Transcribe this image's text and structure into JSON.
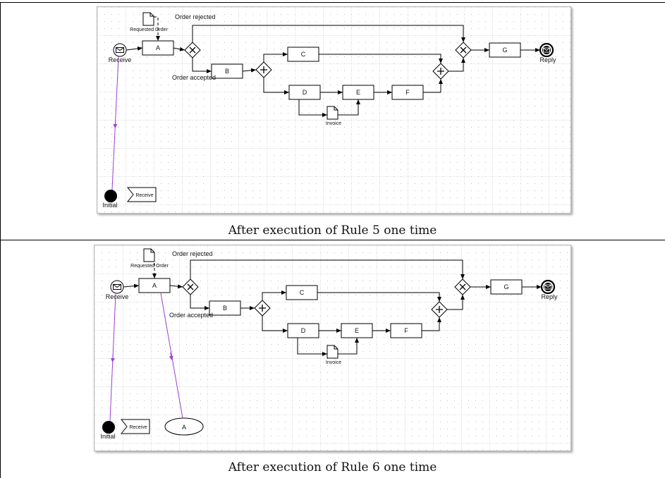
{
  "figure": {
    "rows": [
      {
        "caption": "After execution of Rule 5 one time",
        "diagram": {
          "tasks": {
            "A": "A",
            "B": "B",
            "C": "C",
            "D": "D",
            "E": "E",
            "F": "F",
            "G": "G"
          },
          "start_event": "Receive",
          "end_event": "Reply",
          "requested_order": "Requested Order",
          "invoice": "Invoice",
          "order_rejected": "Order rejected",
          "order_accepted": "Order accepted",
          "initial": "Initial",
          "receive_state": "Receive"
        }
      },
      {
        "caption": "After execution of Rule 6 one time",
        "diagram": {
          "tasks": {
            "A": "A",
            "B": "B",
            "C": "C",
            "D": "D",
            "E": "E",
            "F": "F",
            "G": "G"
          },
          "start_event": "Receive",
          "end_event": "Reply",
          "requested_order": "Requested Order",
          "invoice": "Invoice",
          "order_rejected": "Order rejected",
          "order_accepted": "Order accepted",
          "initial": "Initial",
          "receive_state": "Receive",
          "state_a": "A"
        }
      }
    ]
  }
}
